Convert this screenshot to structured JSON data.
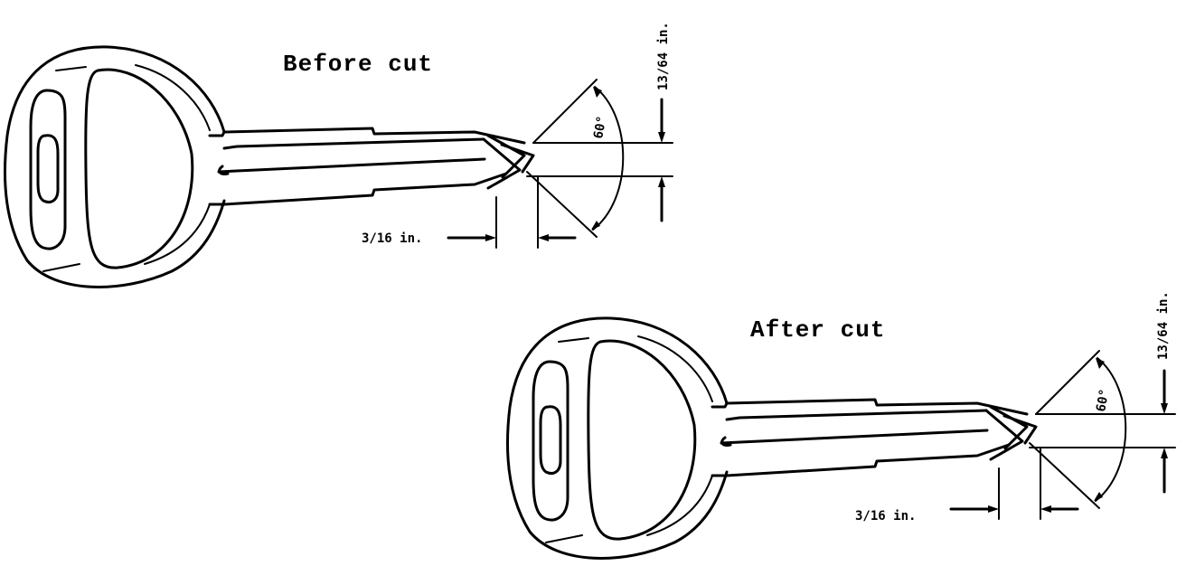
{
  "before": {
    "title": "Before cut",
    "width_label": "3/16 in.",
    "height_label": "13/64 in.",
    "angle_label": "60°"
  },
  "after": {
    "title": "After cut",
    "width_label": "3/16 in.",
    "height_label": "13/64 in.",
    "angle_label": "60°"
  },
  "colors": {
    "ink": "#000000",
    "background": "#ffffff"
  }
}
